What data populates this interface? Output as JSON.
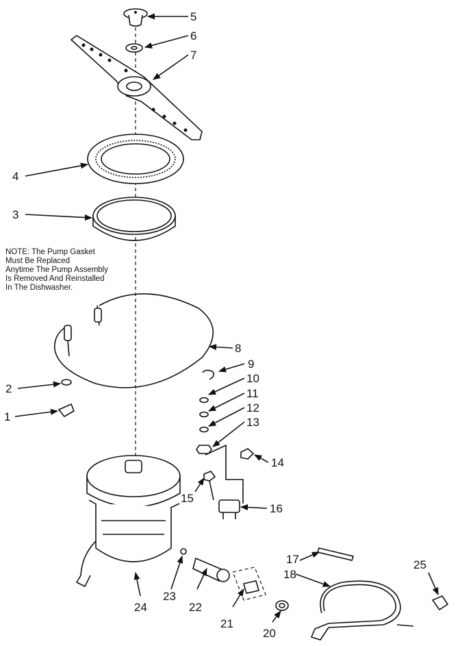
{
  "note": {
    "lines": [
      "NOTE: The Pump Gasket",
      "Must Be Replaced",
      "Anytime The Pump Assembly",
      "Is Removed And Reinstalled",
      "In The Dishwasher."
    ]
  },
  "callouts": {
    "c1": "1",
    "c2": "2",
    "c3": "3",
    "c4": "4",
    "c5": "5",
    "c6": "6",
    "c7": "7",
    "c8": "8",
    "c9": "9",
    "c10": "10",
    "c11": "11",
    "c12": "12",
    "c13": "13",
    "c14": "14",
    "c15": "15",
    "c16": "16",
    "c17": "17",
    "c18": "18",
    "c20": "20",
    "c21": "21",
    "c22": "22",
    "c23": "23",
    "c24": "24",
    "c25": "25"
  }
}
